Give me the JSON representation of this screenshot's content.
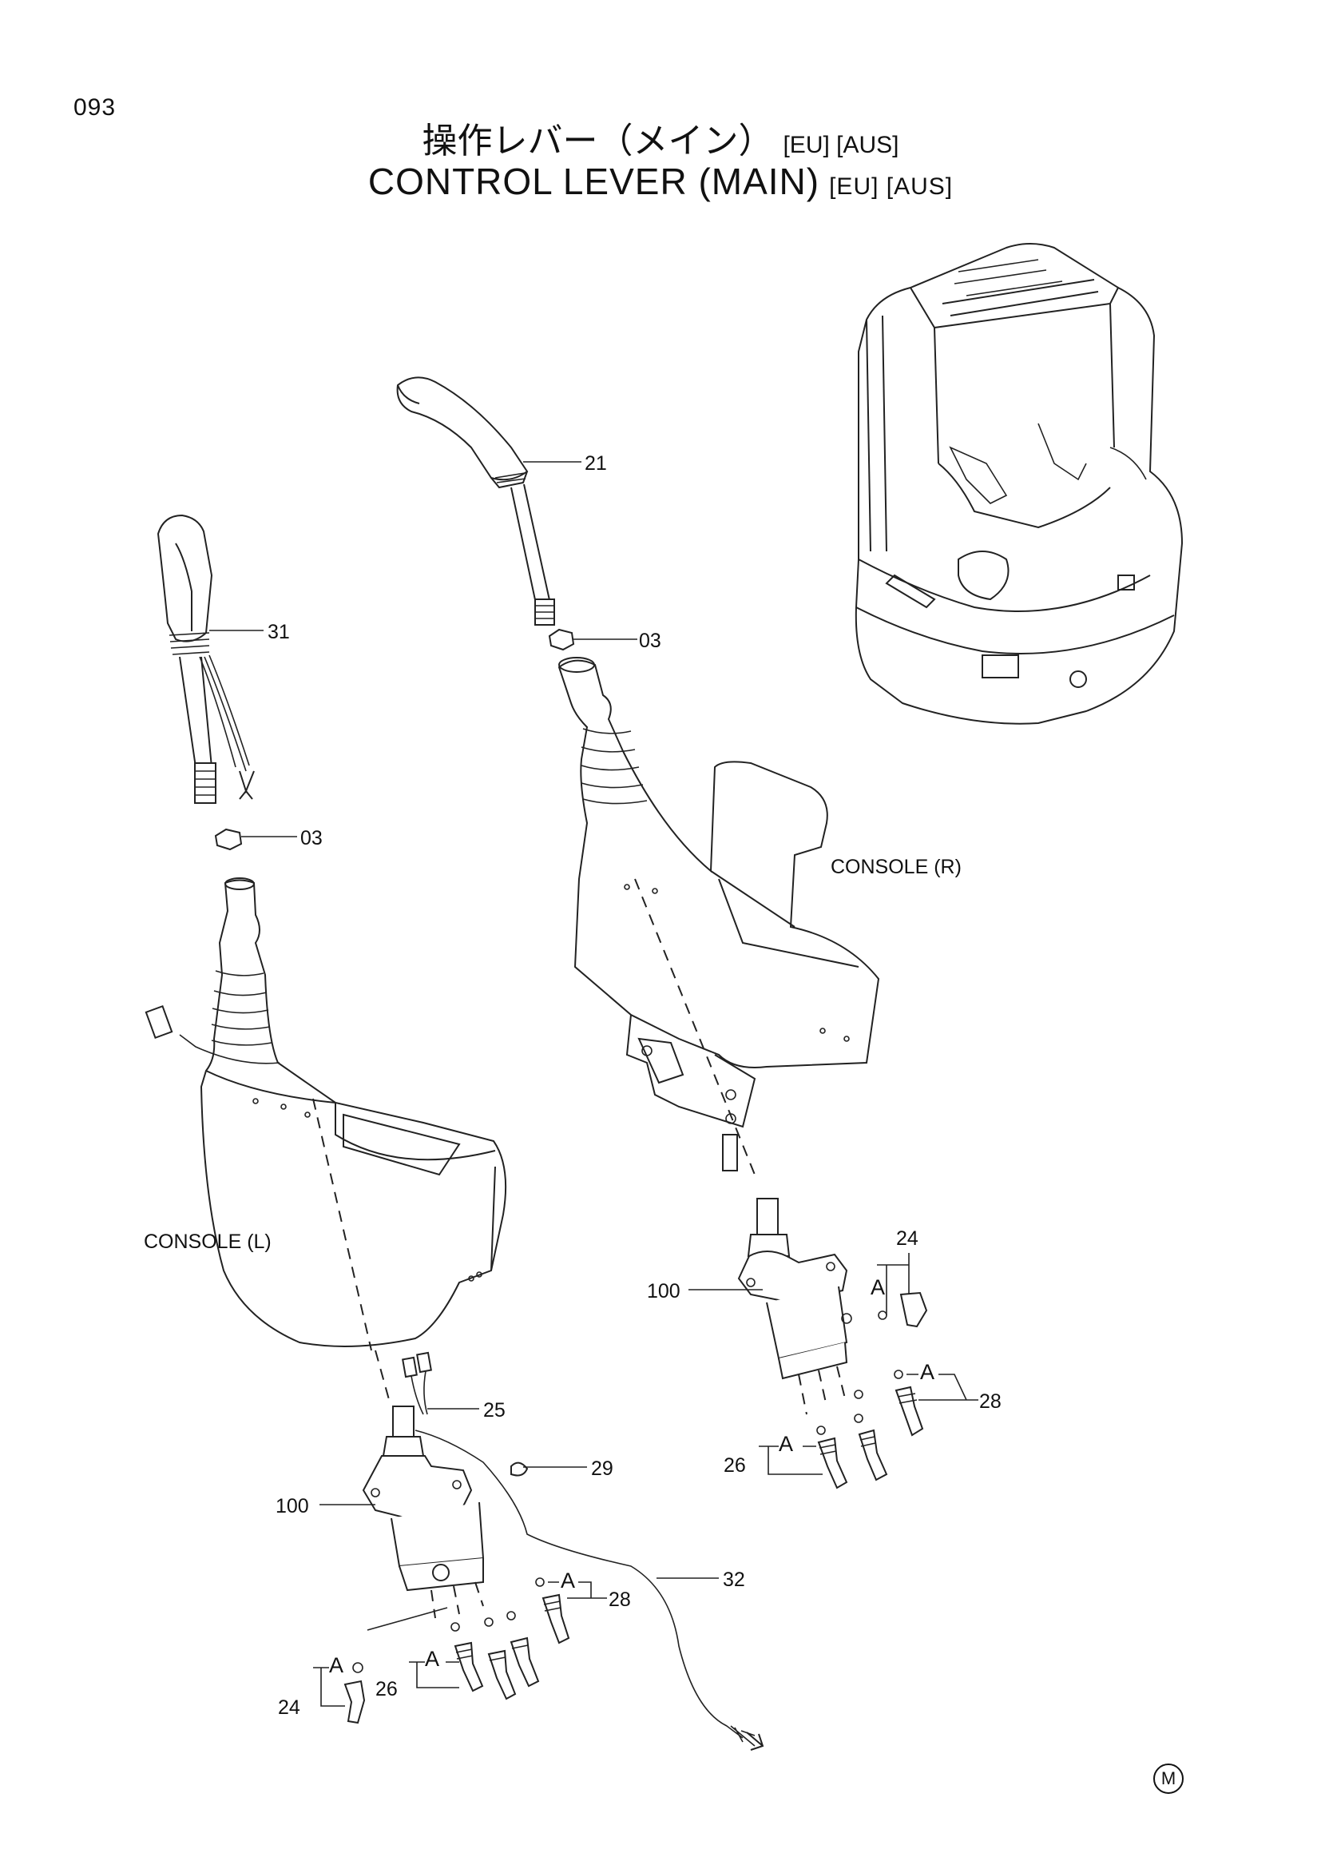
{
  "header": {
    "page_number": "093",
    "title_jp": "操作レバー（メイン）",
    "title_en": "CONTROL LEVER (MAIN)",
    "tags": "[EU] [AUS]"
  },
  "labels": {
    "console_left": "CONSOLE (L)",
    "console_right": "CONSOLE (R)",
    "detail_A": "A"
  },
  "callouts": {
    "p21": "21",
    "p31": "31",
    "p03_right": "03",
    "p03_left": "03",
    "p24_right": "24",
    "p100_right": "100",
    "p28_right": "28",
    "p26_right": "26",
    "p25": "25",
    "p29": "29",
    "p100_left": "100",
    "p32": "32",
    "p28_left": "28",
    "p26_left": "26",
    "p24_left": "24"
  },
  "footer": {
    "mark": "M"
  }
}
